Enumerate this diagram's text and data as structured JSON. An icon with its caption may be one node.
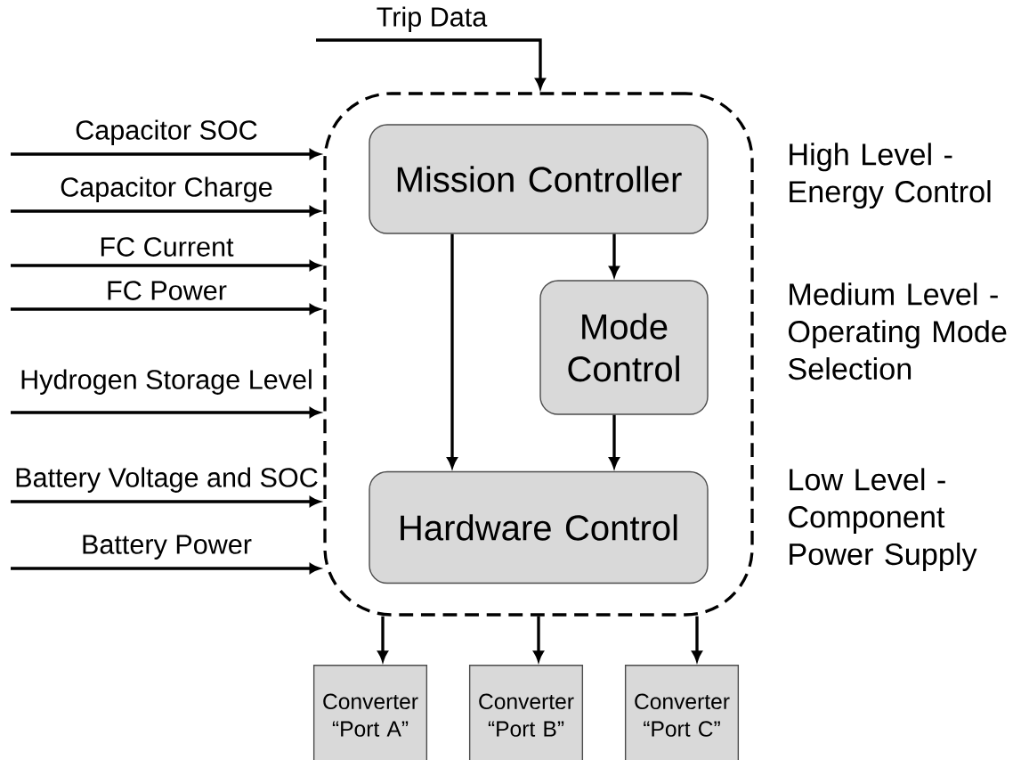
{
  "diagram": {
    "nodes": [
      {
        "text": [],
        "shape": "box"
      },
      {
        "text": [
          "Mission Controller"
        ],
        "in": 0
      },
      {
        "text": [
          "Mode Control"
        ],
        "in": 0
      },
      {
        "text": [
          "Hardware Control"
        ],
        "in": 0
      },
      {
        "text": [
          "Converter “Port A”"
        ]
      },
      {
        "text": [
          "Converter “Port B”"
        ]
      },
      {
        "text": [
          "Converter “Port C”"
        ]
      }
    ],
    "edges": [
      {
        "from": null,
        "to": 0,
        "arrow": "to",
        "label": "Trip Data"
      },
      {
        "from": null,
        "to": 0,
        "arrow": "to",
        "label": "Capacitor SOC"
      },
      {
        "from": null,
        "to": 0,
        "arrow": "to",
        "label": "Capacitor Charge"
      },
      {
        "from": null,
        "to": 0,
        "arrow": "to",
        "label": "FC Current"
      },
      {
        "from": null,
        "to": 0,
        "arrow": "to",
        "label": "FC Power"
      },
      {
        "from": null,
        "to": 0,
        "arrow": "to",
        "label": "Hydrogen Storage Level"
      },
      {
        "from": null,
        "to": 0,
        "arrow": "to",
        "label": "Battery Voltage and SOC"
      },
      {
        "from": null,
        "to": 0,
        "arrow": "to",
        "label": "Battery Power"
      },
      {
        "from": 1,
        "to": 3,
        "arrow": "to"
      },
      {
        "from": 1,
        "to": 2,
        "arrow": "to"
      },
      {
        "from": 2,
        "to": 3,
        "arrow": "to"
      },
      {
        "from": 0,
        "to": 4,
        "arrow": "to"
      },
      {
        "from": 0,
        "to": 5,
        "arrow": "to"
      },
      {
        "from": 0,
        "to": 6,
        "arrow": "to"
      }
    ],
    "labels": [
      "High Level - Energy Control",
      "Medium Level - Operating Mode Selection",
      "Low Level - Component Power Supply"
    ]
  }
}
